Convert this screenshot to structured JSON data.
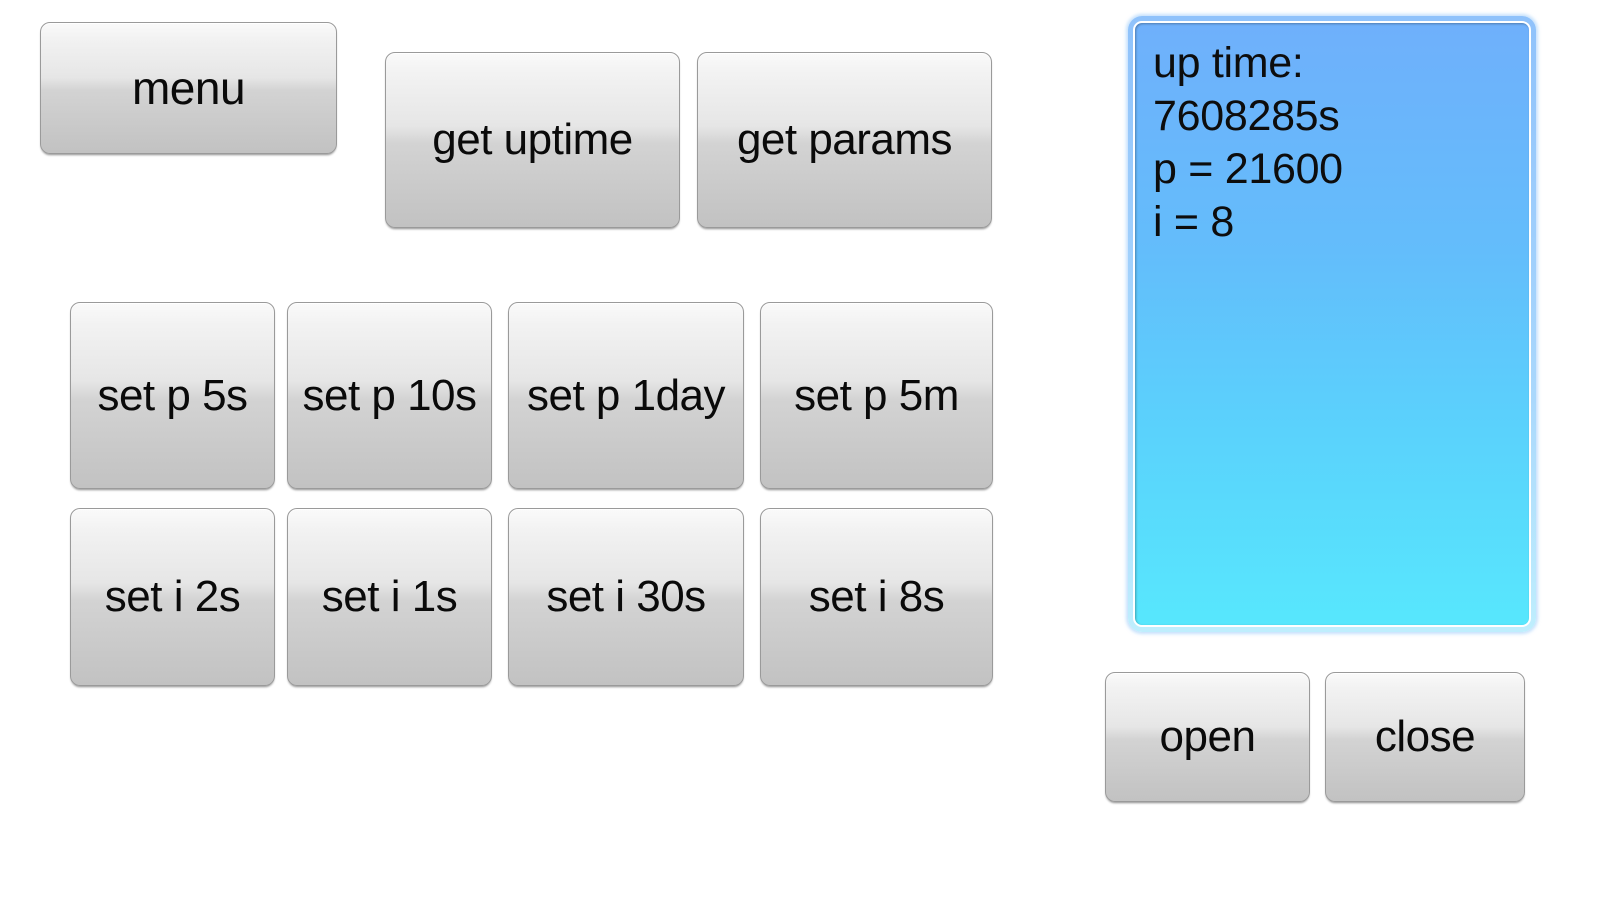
{
  "app": {
    "background_color": "#ffffff",
    "button_text_color": "#0a0a0a"
  },
  "toolbar": {
    "menu_label": "menu",
    "get_uptime_label": "get uptime",
    "get_params_label": "get params"
  },
  "period_buttons": [
    {
      "label": "set p 5s"
    },
    {
      "label": "set p 10s"
    },
    {
      "label": "set p 1day"
    },
    {
      "label": "set p 5m"
    }
  ],
  "interval_buttons": [
    {
      "label": "set i 2s"
    },
    {
      "label": "set i 1s"
    },
    {
      "label": "set i 30s"
    },
    {
      "label": "set i 8s"
    }
  ],
  "output": {
    "lines": [
      "up time:",
      "7608285s",
      "p = 21600",
      "i = 8"
    ],
    "text": "up time:\n7608285s\np = 21600\ni = 8",
    "uptime_label": "up time:",
    "uptime_value": "7608285s",
    "p_value": "p = 21600",
    "i_value": "i = 8",
    "gradient_top_color": "#6fb0fb",
    "gradient_bottom_color": "#57e7fd"
  },
  "connection": {
    "open_label": "open",
    "close_label": "close"
  }
}
